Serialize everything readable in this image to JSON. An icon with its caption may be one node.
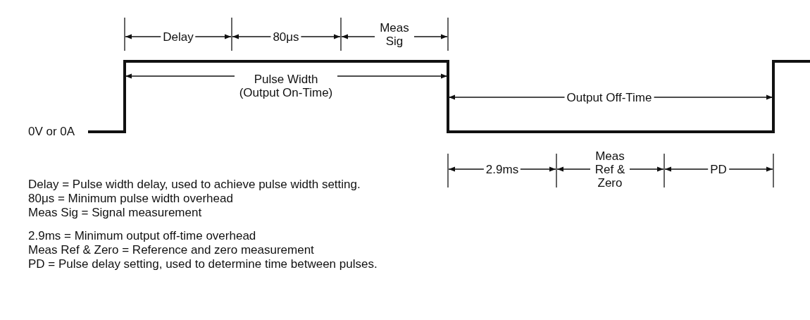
{
  "diagram": {
    "labels": [
      "Delay",
      "80μs",
      "Meas Sig",
      "Pulse Width (Output On-Time)",
      "Output Off-Time",
      "0V or 0A",
      "2.9ms",
      "Meas Ref & Zero",
      "PD",
      "Delay = Pulse width delay, used to achieve pulse width setting.",
      "80μs = Minimum pulse width overhead",
      "Meas Sig = Signal measurement",
      "2.9ms = Minimum output off-time overhead",
      "Meas Ref & Zero = Reference and zero measurement",
      "PD = Pulse delay setting, used to determine time between pulses."
    ]
  }
}
